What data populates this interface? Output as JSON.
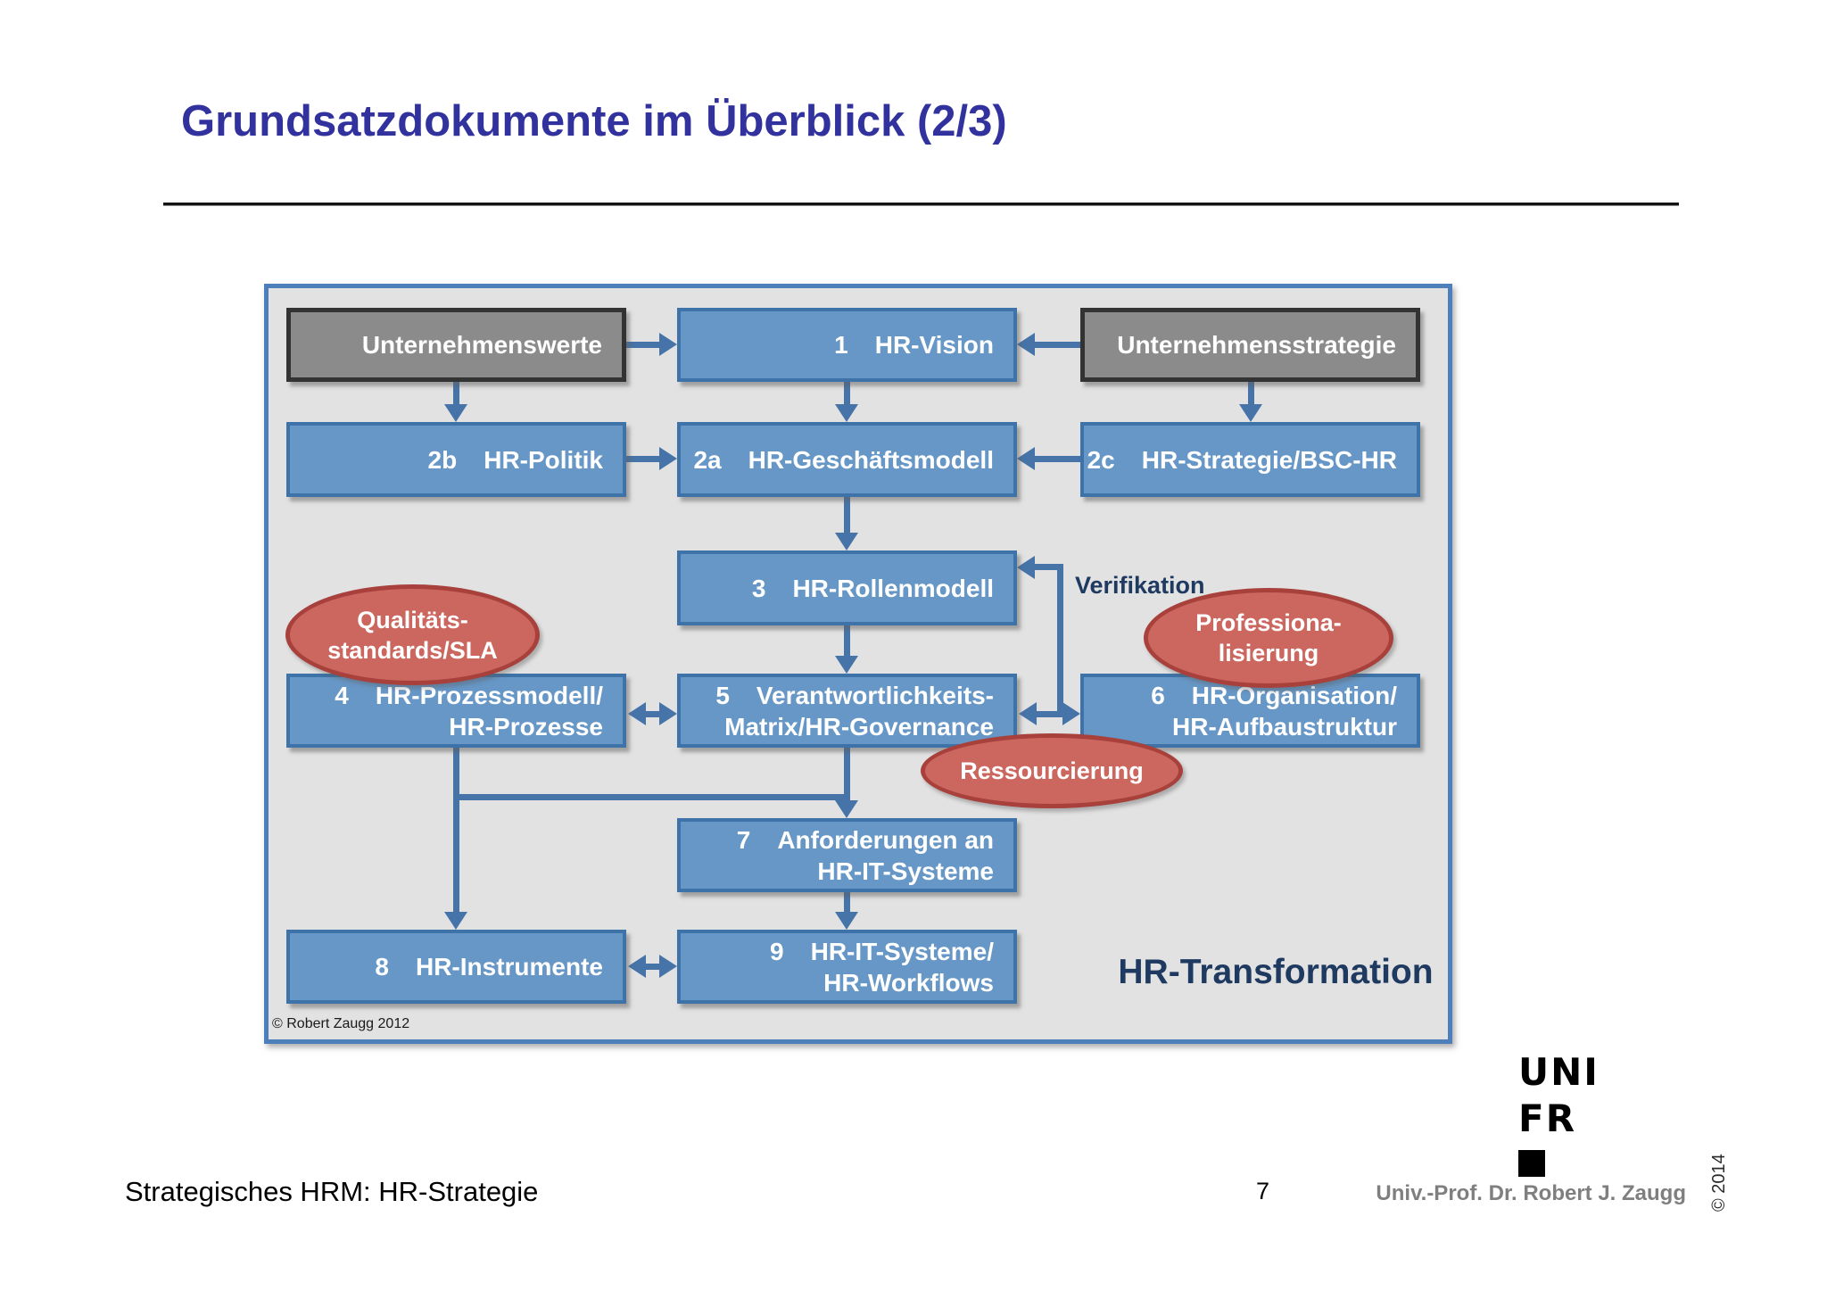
{
  "slide": {
    "title": "Grundsatzdokumente im Überblick (2/3)",
    "footer": {
      "course": "Strategisches HRM: HR-Strategie",
      "page_number": "7",
      "author": "Univ.-Prof. Dr. Robert J. Zaugg",
      "copyright": "© 2014"
    },
    "logo": {
      "line1": "UNI",
      "line2": "FR"
    }
  },
  "diagram": {
    "copyright": "© Robert Zaugg 2012",
    "labels": {
      "verification": "Verifikation",
      "transformation": "HR-Transformation"
    },
    "boxes": [
      {
        "id": "unternehmenswerte",
        "type": "gray",
        "num": "",
        "lines": [
          "Unternehmenswerte"
        ],
        "col": 0,
        "row": 0
      },
      {
        "id": "hr-vision",
        "type": "blue",
        "num": "1",
        "lines": [
          "HR-Vision"
        ],
        "col": 1,
        "row": 0
      },
      {
        "id": "unternehmensstrategie",
        "type": "gray",
        "num": "",
        "lines": [
          "Unternehmensstrategie"
        ],
        "col": 2,
        "row": 0
      },
      {
        "id": "hr-politik",
        "type": "blue",
        "num": "2b",
        "lines": [
          "HR-Politik"
        ],
        "col": 0,
        "row": 1
      },
      {
        "id": "hr-geschaeftsmodell",
        "type": "blue",
        "num": "2a",
        "lines": [
          "HR-Geschäftsmodell"
        ],
        "col": 1,
        "row": 1
      },
      {
        "id": "hr-strategie-bsc-hr",
        "type": "blue",
        "num": "2c",
        "lines": [
          "HR-Strategie/BSC-HR"
        ],
        "col": 2,
        "row": 1
      },
      {
        "id": "hr-rollenmodell",
        "type": "blue",
        "num": "3",
        "lines": [
          "HR-Rollenmodell"
        ],
        "col": 1,
        "row": 2
      },
      {
        "id": "hr-prozessmodell",
        "type": "blue",
        "num": "4",
        "lines": [
          "HR-Prozessmodell/",
          "HR-Prozesse"
        ],
        "col": 0,
        "row": 3
      },
      {
        "id": "verantwortlichkeits-matrix",
        "type": "blue",
        "num": "5",
        "lines": [
          "Verantwortlichkeits-",
          "Matrix/HR-Governance"
        ],
        "col": 1,
        "row": 3
      },
      {
        "id": "hr-organisation",
        "type": "blue",
        "num": "6",
        "lines": [
          "HR-Organisation/",
          "HR-Aufbaustruktur"
        ],
        "col": 2,
        "row": 3
      },
      {
        "id": "anforderungen-hr-it-systeme",
        "type": "blue",
        "num": "7",
        "lines": [
          "Anforderungen an",
          "HR-IT-Systeme"
        ],
        "col": 1,
        "row": 4
      },
      {
        "id": "hr-instrumente",
        "type": "blue",
        "num": "8",
        "lines": [
          "HR-Instrumente"
        ],
        "col": 0,
        "row": 5
      },
      {
        "id": "hr-it-systeme-workflows",
        "type": "blue",
        "num": "9",
        "lines": [
          "HR-IT-Systeme/",
          "HR-Workflows"
        ],
        "col": 1,
        "row": 5
      }
    ],
    "ellipses": [
      {
        "id": "qualitaetsstandards-sla",
        "lines": [
          "Qualitäts-",
          "standards/SLA"
        ]
      },
      {
        "id": "professionalisierung",
        "lines": [
          "Professiona-",
          "lisierung"
        ]
      },
      {
        "id": "ressourcierung",
        "lines": [
          "Ressourcierung"
        ]
      }
    ],
    "colors": {
      "blue_fill": "#6797c6",
      "blue_border": "#3d73a8",
      "gray_fill": "#8b8b8b",
      "gray_border": "#333333",
      "ellipse_fill": "#cc675f",
      "ellipse_border": "#a8413c",
      "arrow": "#4674a9",
      "canvas_fill": "#e2e2e2",
      "canvas_border": "#4d80ba",
      "navy_text": "#1f3a60",
      "title_color": "#32329e"
    }
  }
}
